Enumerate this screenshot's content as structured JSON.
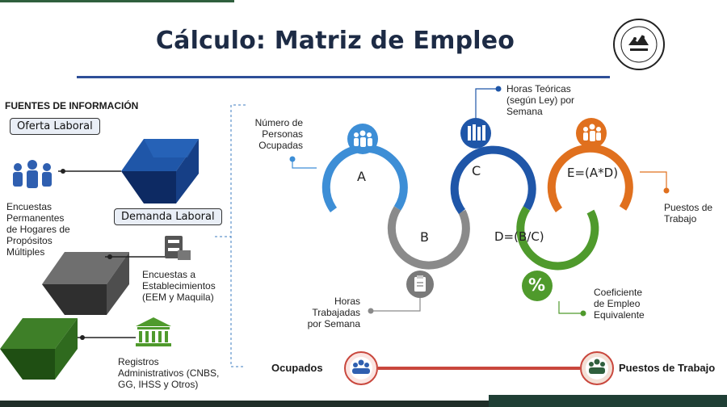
{
  "title": "Cálculo: Matriz de Empleo",
  "sources": {
    "heading": "FUENTES DE INFORMACIÓN",
    "oferta_label": "Oferta Laboral",
    "demanda_label": "Demanda Laboral",
    "encuestas_hogares": [
      "Encuestas",
      "Permanentes",
      "de Hogares de",
      "Propósitos",
      "Múltiples"
    ],
    "encuestas_establecimientos": [
      "Encuestas a",
      "Establecimientos",
      "(EEM y Maquila)"
    ],
    "registros": [
      "Registros",
      "Administrativos (CNBS,",
      "GG, IHSS y Otros)"
    ]
  },
  "matrix": {
    "A": "A",
    "B": "B",
    "C": "C",
    "D": "D=(B/C)",
    "E": "E=(A*D)",
    "personas": [
      "Número de",
      "Personas",
      "Ocupadas"
    ],
    "horas_teoricas": [
      "Horas Teóricas",
      "(según Ley) por",
      "Semana"
    ],
    "puestos": [
      "Puestos de",
      "Trabajo"
    ],
    "horas_trabajadas": [
      "Horas",
      "Trabajadas",
      "por Semana"
    ],
    "coeficiente": [
      "Coeficiente",
      "de Empleo",
      "Equivalente"
    ],
    "percent_symbol": "%"
  },
  "bottom": {
    "ocupados": "Ocupados",
    "puestos_trabajo": "Puestos de Trabajo"
  },
  "colors": {
    "blue_light": "#3d8ed6",
    "blue_dark": "#1f56a8",
    "orange": "#e0701e",
    "grey": "#8a8a8a",
    "green": "#4f9a2c",
    "red_line": "#c9473d",
    "title": "#1d2b45"
  },
  "icons": [
    "people-group-icon",
    "books-icon",
    "family-icon",
    "clipboard-icon",
    "percent-icon",
    "building-icon",
    "file-cabinet-icon",
    "seal-logo"
  ]
}
